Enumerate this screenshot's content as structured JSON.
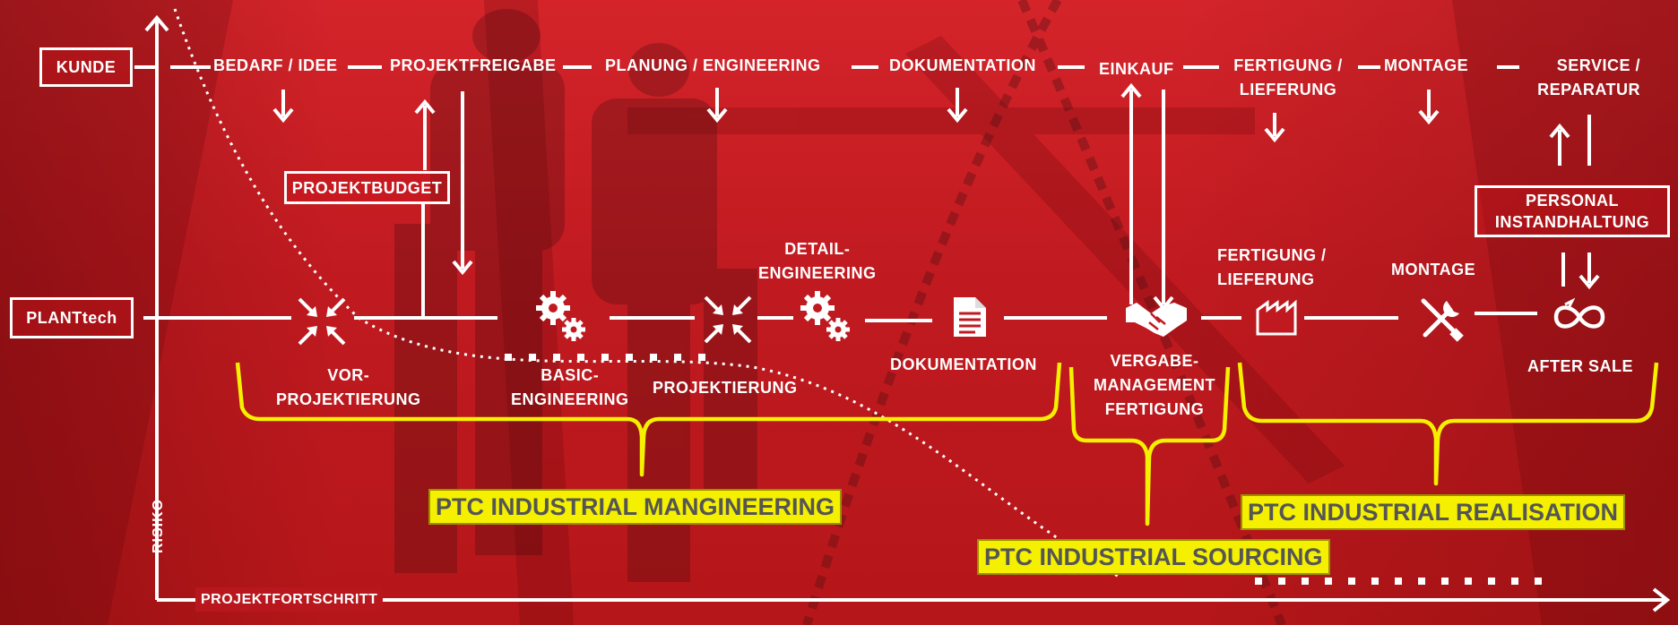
{
  "rows": {
    "kunde": "KUNDE",
    "planttech": "PLANTtech"
  },
  "top_steps": {
    "bedarf": "BEDARF / IDEE",
    "projektfreigabe": "PROJEKTFREIGABE",
    "planung": "PLANUNG / ENGINEERING",
    "dokumentation": "DOKUMENTATION",
    "einkauf": "EINKAUF",
    "fertigung_1": "FERTIGUNG /",
    "fertigung_2": "LIEFERUNG",
    "montage": "MONTAGE",
    "service_1": "SERVICE /",
    "service_2": "REPARATUR"
  },
  "boxes": {
    "projektbudget": "PROJEKTBUDGET",
    "personal_1": "PERSONAL",
    "personal_2": "INSTANDHALTUNG"
  },
  "phases": {
    "vorprojektierung_1": "VOR-",
    "vorprojektierung_2": "PROJEKTIERUNG",
    "basic_1": "BASIC-",
    "basic_2": "ENGINEERING",
    "projektierung": "PROJEKTIERUNG",
    "detail_1": "DETAIL-",
    "detail_2": "ENGINEERING",
    "dokumentation": "DOKUMENTATION",
    "vergabe_1": "VERGABE-",
    "vergabe_2": "MANAGEMENT",
    "vergabe_3": "FERTIGUNG",
    "fertigung_1": "FERTIGUNG /",
    "fertigung_2": "LIEFERUNG",
    "montage": "MONTAGE",
    "aftersale": "AFTER SALE"
  },
  "groups": {
    "mangineering": "PTC INDUSTRIAL MANGINEERING",
    "sourcing": "PTC INDUSTRIAL SOURCING",
    "realisation": "PTC INDUSTRIAL REALISATION"
  },
  "axes": {
    "y": "RISIKO",
    "x": "PROJEKTFORTSCHRITT"
  },
  "icons": [
    "converge-icon",
    "gears-icon",
    "converge-icon",
    "gears-icon",
    "document-icon",
    "handshake-icon",
    "factory-icon",
    "tools-icon",
    "infinity-icon"
  ],
  "colors": {
    "background": "#c41c22",
    "line": "#ffffff",
    "bracket": "#f4f000",
    "tag_text": "#555555"
  }
}
